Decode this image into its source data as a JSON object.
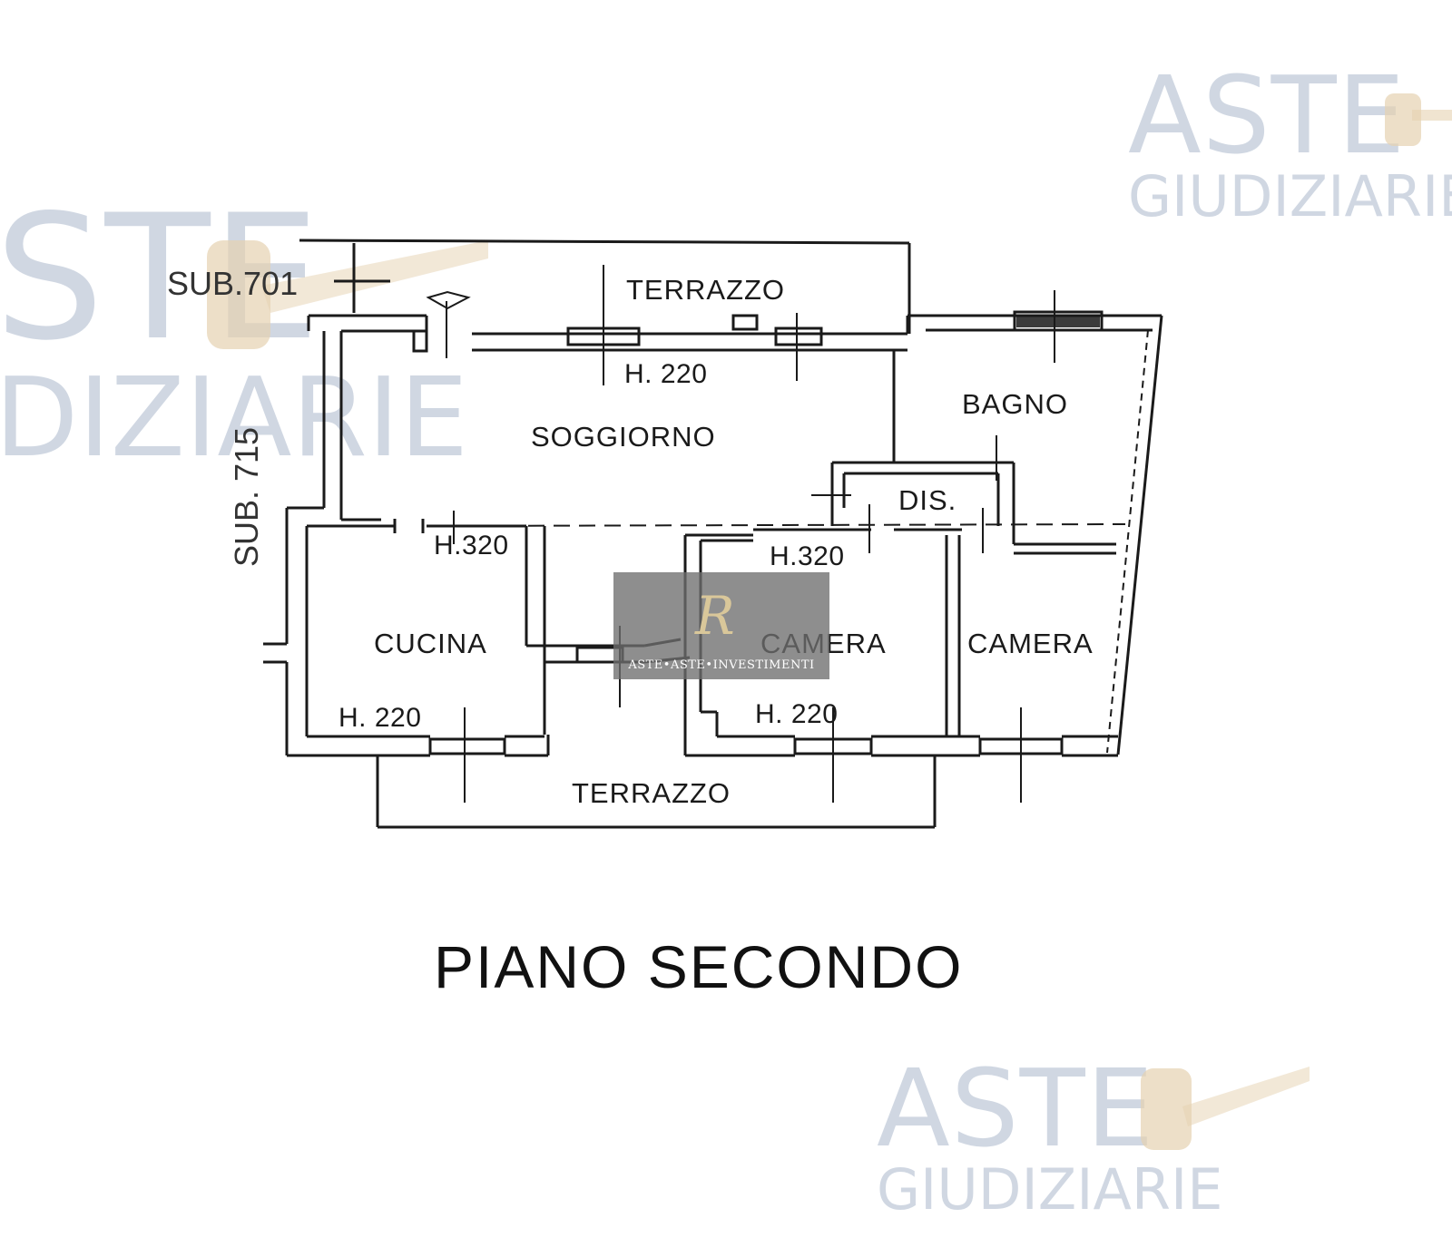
{
  "watermarks": [
    {
      "line1": "ASTE",
      "line2": "GIUDIZIARIE"
    },
    {
      "line1": "STE",
      "line2": "DIZIARIE"
    },
    {
      "line1": "ASTE",
      "line2": "GIUDIZIARIE"
    }
  ],
  "plan": {
    "sub_701": "SUB.701",
    "sub_715": "SUB. 715",
    "rooms": {
      "terrazzo_top": "TERRAZZO",
      "soggiorno": "SOGGIORNO",
      "bagno": "BAGNO",
      "dis": "DIS.",
      "cucina": "CUCINA",
      "camera_1": "CAMERA",
      "camera_2": "CAMERA",
      "terrazzo_bottom": "TERRAZZO"
    },
    "heights": {
      "soggiorno": "H. 220",
      "cucina_top": "H.320",
      "camera_top": "H.320",
      "cucina_bottom": "H. 220",
      "camera_bottom": "H. 220"
    }
  },
  "logo_text": "ASTE•ASTE•INVESTIMENTI",
  "title": "PIANO SECONDO",
  "colors": {
    "wall": "#1a1a1a",
    "watermark": "#aab8cc",
    "gavel": "#e6d2b0",
    "logo_bg": "#6e6e6e",
    "logo_mark": "#d9c79a"
  }
}
